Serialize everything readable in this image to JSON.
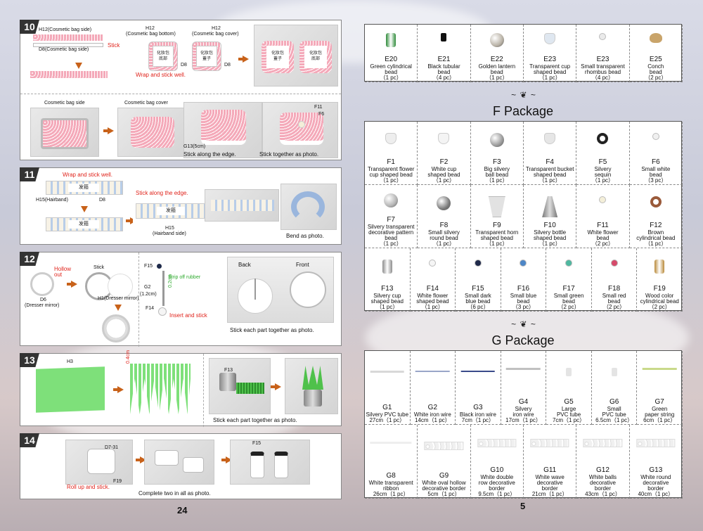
{
  "left_page": {
    "page_number": "24",
    "step10": {
      "num": "10",
      "h12_side": "H12(Cosmetic bag side)",
      "d8_side": "D8(Cosmetic bag side)",
      "stick": "Stick",
      "h12_bottom_code": "H12",
      "h12_bottom": "(Cosmetic bag bottom)",
      "h12_cover_code": "H12",
      "h12_cover": "(Cosmetic bag cover)",
      "d8_a": "D8",
      "d8_b": "D8",
      "chinese_a": "化妝包\n底部",
      "chinese_b": "化妝包\n蓋子",
      "chinese_c": "化妝包\n蓋子",
      "chinese_d": "化妝包\n底部",
      "wrap": "Wrap and stick well.",
      "side": "Cosmetic bag side",
      "cover": "Cosmetic bag cover",
      "f11": "F11",
      "f6": "F6",
      "g13": "G13(5cm)",
      "stick_edge": "Stick along the edge.",
      "stick_together": "Stick together as photo."
    },
    "step11": {
      "num": "11",
      "wrap": "Wrap and stick well.",
      "h15_hairband": "H15(Hairband)",
      "d8": "D8",
      "stick_edge": "Stick along the edge.",
      "h15": "H15",
      "h15_side": "(Hairband side)",
      "bend": "Bend as photo.",
      "chinese_a": "发箍",
      "chinese_b": "发箍",
      "chinese_c": "发箍"
    },
    "step12": {
      "num": "12",
      "hollow": "Hollow\nout",
      "stick": "Stick",
      "d6": "D6",
      "dresser_mirror": "(Dresser mirror)",
      "h1": "H1(Dresser mirror)",
      "f15": "F15",
      "strip_rubber": "Strip off rubber",
      "g2": "G2",
      "g2_len": "(1.2cm)",
      "dim": "0.2cm",
      "f14": "F14",
      "insert": "Insert and stick",
      "back": "Back",
      "front": "Front",
      "stick_each": "Stick each part together as photo."
    },
    "step13": {
      "num": "13",
      "h3": "H3",
      "dim": "0.4cm",
      "f13": "F13",
      "stick_each": "Stick each part together as photo."
    },
    "step14": {
      "num": "14",
      "d7": "D7-31",
      "f19": "F19",
      "roll": "Roll up and stick.",
      "f15": "F15",
      "complete": "Complete two in all as photo."
    }
  },
  "right_page": {
    "page_number": "5",
    "e_items": [
      {
        "code": "E20",
        "name": "Green cylindrical\nbead",
        "qty": "（1 pc）",
        "color": "#2e8b3a",
        "shape": "cyl"
      },
      {
        "code": "E21",
        "name": "Black tubular\nbead",
        "qty": "（4 pc）",
        "color": "#111111",
        "shape": "tube"
      },
      {
        "code": "E22",
        "name": "Golden lantern\nbead",
        "qty": "（1 pc）",
        "color": "#b9b2a6",
        "shape": "ball"
      },
      {
        "code": "E23",
        "name": "Transparent cup\nshaped bead",
        "qty": "（1 pc）",
        "color": "#dfe7f0",
        "shape": "cup"
      },
      {
        "code": "E23",
        "name": "Small transparent\nrhombus bead",
        "qty": "（4 pc）",
        "color": "#eaeaea",
        "shape": "small"
      },
      {
        "code": "E25",
        "name": "Conch\nbead",
        "qty": "（2 pc）",
        "color": "#c9a46a",
        "shape": "conch"
      }
    ],
    "f_package": {
      "title": "F Package",
      "rows": [
        [
          {
            "code": "F1",
            "name": "Transparent flower\ncup shaped bead",
            "qty": "（1 pc）",
            "color": "#eeeeee",
            "shape": "cup"
          },
          {
            "code": "F2",
            "name": "White cup\nshaped bead",
            "qty": "（1 pc）",
            "color": "#f4f4f4",
            "shape": "cup"
          },
          {
            "code": "F3",
            "name": "Big silvery\nball bead",
            "qty": "（1 pc）",
            "color": "#9a9a9a",
            "shape": "ball"
          },
          {
            "code": "F4",
            "name": "Transparent bucket\nshaped bead",
            "qty": "（1 pc）",
            "color": "#e6e6e6",
            "shape": "cup"
          },
          {
            "code": "F5",
            "name": "Silvery\nsequin",
            "qty": "（1 pc）",
            "color": "#222222",
            "shape": "ring"
          },
          {
            "code": "F6",
            "name": "Small white\nbead",
            "qty": "（3 pc）",
            "color": "#f0f0f0",
            "shape": "small"
          }
        ],
        [
          {
            "code": "F7",
            "name": "Silvery transparent\ndecorative pattern\nbead",
            "qty": "（1 pc）",
            "color": "#b4b4b4",
            "shape": "ball"
          },
          {
            "code": "F8",
            "name": "Small silvery\nround bead",
            "qty": "（1 pc）",
            "color": "#7a7a7a",
            "shape": "ball"
          },
          {
            "code": "F9",
            "name": "Transparent horn\nshaped bead",
            "qty": "（1 pc）",
            "color": "#e2e2e2",
            "shape": "horn"
          },
          {
            "code": "F10",
            "name": "Silvery bottle\nshaped bead",
            "qty": "（1 pc）",
            "color": "#a8a8a8",
            "shape": "bottle"
          },
          {
            "code": "F11",
            "name": "White flower\nbead",
            "qty": "（2 pc）",
            "color": "#f4efd9",
            "shape": "small"
          },
          {
            "code": "F12",
            "name": "Brown\ncylindrical bead",
            "qty": "（1 pc）",
            "color": "#9a5a3a",
            "shape": "ring"
          }
        ],
        [
          {
            "code": "F13",
            "name": "Silvery cup\nshaped bead",
            "qty": "（1 pc）",
            "color": "#8d8d8d",
            "shape": "cyl"
          },
          {
            "code": "F14",
            "name": "White flower\nshaped bead",
            "qty": "（1 pc）",
            "color": "#f5f5f5",
            "shape": "small"
          },
          {
            "code": "F15",
            "name": "Small dark\nblue bead",
            "qty": "（6 pc）",
            "color": "#1f2a4a",
            "shape": "small"
          },
          {
            "code": "F16",
            "name": "Small blue\nbead",
            "qty": "（3 pc）",
            "color": "#4d86c7",
            "shape": "small"
          },
          {
            "code": "F17",
            "name": "Small green\nbead",
            "qty": "（2 pc）",
            "color": "#4fb8a0",
            "shape": "small"
          },
          {
            "code": "F18",
            "name": "Small red\nbead",
            "qty": "（2 pc）",
            "color": "#d64a6a",
            "shape": "small"
          },
          {
            "code": "F19",
            "name": "Wood color\ncylindrical bead",
            "qty": "（2 pc）",
            "color": "#b98a3a",
            "shape": "cyl"
          }
        ]
      ]
    },
    "g_package": {
      "title": "G Package",
      "rows": [
        [
          {
            "code": "G1",
            "name": "Silvery PVC tube\n27cm（1 pc）",
            "color": "#d8d8d8",
            "shape": "line"
          },
          {
            "code": "G2",
            "name": "White iron wire\n14cm（1 pc）",
            "color": "#9aa6c8",
            "shape": "thin"
          },
          {
            "code": "G3",
            "name": "Black iron wire\n7cm（1 pc）",
            "color": "#3a4a8a",
            "shape": "thin"
          },
          {
            "code": "G4",
            "name": "Silvery\niron wire\n17cm（1 pc）",
            "color": "#c0c0c0",
            "shape": "line"
          },
          {
            "code": "G5",
            "name": "Large\nPVC tube\n7cm（1 pc）",
            "color": "#e4e4e4",
            "shape": "tube"
          },
          {
            "code": "G6",
            "name": "Small\nPVC tube\n6.5cm（1 pc）",
            "color": "#e4e4e4",
            "shape": "tube"
          },
          {
            "code": "G7",
            "name": "Green\npaper string\n6cm（1 pc）",
            "color": "#c9d98a",
            "shape": "line"
          }
        ],
        [
          {
            "code": "G8",
            "name": "White transparent\nribbon\n26cm（1 pc）",
            "color": "#eeeeee",
            "shape": "line"
          },
          {
            "code": "G9",
            "name": "White oval hollow\ndecorative border\n5cm（1 pc）",
            "color": "#f0f0f0",
            "shape": "lace"
          },
          {
            "code": "G10",
            "name": "White double\nrow decorative\nborder\n9.5cm（1 pc）",
            "color": "#f0f0f0",
            "shape": "lace"
          },
          {
            "code": "G11",
            "name": "White wave\ndecorative\nborder\n21cm（1 pc）",
            "color": "#f0f0f0",
            "shape": "lace"
          },
          {
            "code": "G12",
            "name": "White balls\ndecorative\nborder\n43cm（1 pc）",
            "color": "#f0f0f0",
            "shape": "lace"
          },
          {
            "code": "G13",
            "name": "White round\ndecorative\nborder\n40cm（1 pc）",
            "color": "#f0f0f0",
            "shape": "lace"
          }
        ]
      ]
    }
  }
}
